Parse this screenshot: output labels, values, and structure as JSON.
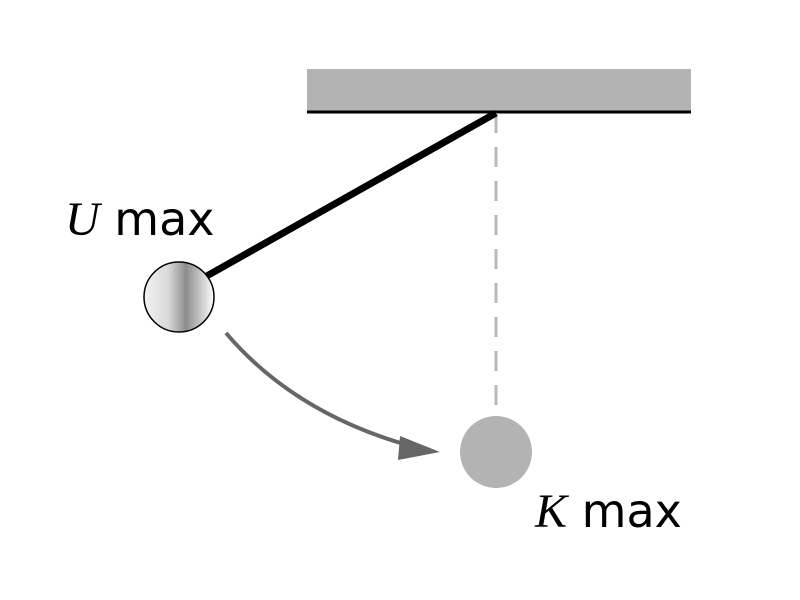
{
  "labels": {
    "potential": {
      "symbol": "U",
      "suffix": "max"
    },
    "kinetic": {
      "symbol": "K",
      "suffix": "max"
    }
  },
  "colors": {
    "ceiling": "#b3b3b3",
    "ceiling_edge": "#000000",
    "string": "#000000",
    "dashed_line": "#b8b8b8",
    "bob_gradient_light": "#ffffff",
    "bob_gradient_dark": "#8c8c8c",
    "bob_outline": "#000000",
    "bob_bottom": "#b3b3b3",
    "motion_arrow": "#666666"
  }
}
